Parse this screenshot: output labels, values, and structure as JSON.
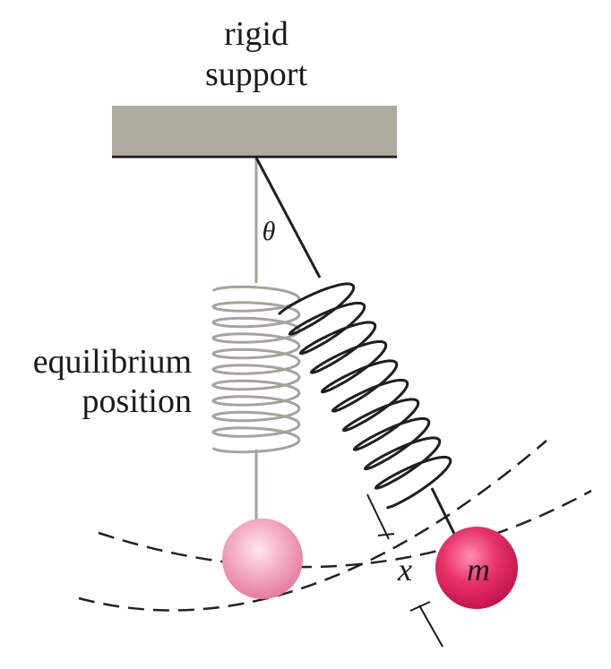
{
  "labels": {
    "support_line1": "rigid",
    "support_line2": "support",
    "angle": "θ",
    "equilibrium_line1": "equilibrium",
    "equilibrium_line2": "position",
    "displacement": "x",
    "mass": "m"
  },
  "colors": {
    "support_fill": "#aeaa9e",
    "support_edge": "#1a1a1a",
    "equilibrium_spring": "#a6a39a",
    "displaced_spring": "#1f1f1f",
    "equilibrium_ball": "#f09ab4",
    "displaced_ball": "#e0245e",
    "dashed_arc": "#222222",
    "x_label": "#2c5e86"
  }
}
